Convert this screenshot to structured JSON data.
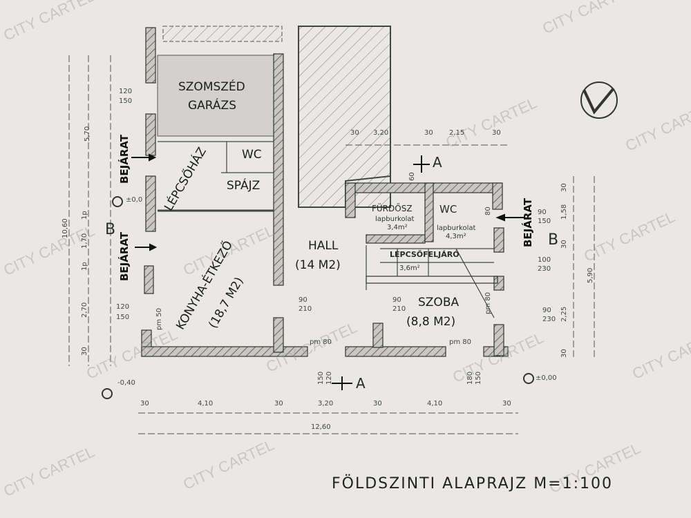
{
  "title": "FÖLDSZINTI ALAPRAJZ M=1:100",
  "rooms": {
    "garage": [
      "SZOMSZÉD",
      "GARÁZS"
    ],
    "wc_left": "WC",
    "stair_hall": "LÉPCSŐHÁZ",
    "pantry": "SPÁJZ",
    "kitchen": "KONYHA-ÉTKEZŐ",
    "kitchen_area": "(18,7 M2)",
    "hall": "HALL",
    "hall_area": "(14 M2)",
    "bath": "FÜRDŐSZ",
    "bath_finish": "lapburkolat",
    "bath_area": "3,4m²",
    "wc_right": "WC",
    "wc_right_finish": "lapburkolat",
    "wc_right_area": "4,3m²",
    "stairs": "LÉPCSŐFELJÁRÓ",
    "stairs_area": "3,6m²",
    "room": "SZOBA",
    "room_area": "(8,8 M2)"
  },
  "entrances": [
    "BEJÁRAT",
    "BEJÁRAT",
    "BEJÁRAT"
  ],
  "section_marks": {
    "a_top": "A",
    "a_bottom": "A",
    "b_left": "B",
    "b_right": "B"
  },
  "levels": {
    "entry": "±0,0",
    "outside": "-0,40",
    "right": "±0,00"
  },
  "dimensions": {
    "bottom": [
      "30",
      "4,10",
      "30",
      "3,20",
      "30",
      "4,10",
      "30"
    ],
    "total": "12,60",
    "top": [
      "30",
      "3,20",
      "30",
      "2,15",
      "30"
    ],
    "left": [
      "5,70",
      "10,60",
      "1,70",
      "2,70",
      "30",
      "1p",
      "1p"
    ],
    "right": [
      "30",
      "1,58",
      "30",
      "5,90",
      "2,25",
      "30"
    ],
    "openings": [
      "120",
      "150",
      "120",
      "150",
      "90",
      "210",
      "pm 80",
      "pm 80",
      "90",
      "210",
      "150",
      "120",
      "180",
      "150",
      "90",
      "150",
      "100",
      "230",
      "90",
      "230",
      "80",
      "60",
      "pm 50",
      "pm 80"
    ]
  },
  "watermark": "CITY CARTEL"
}
